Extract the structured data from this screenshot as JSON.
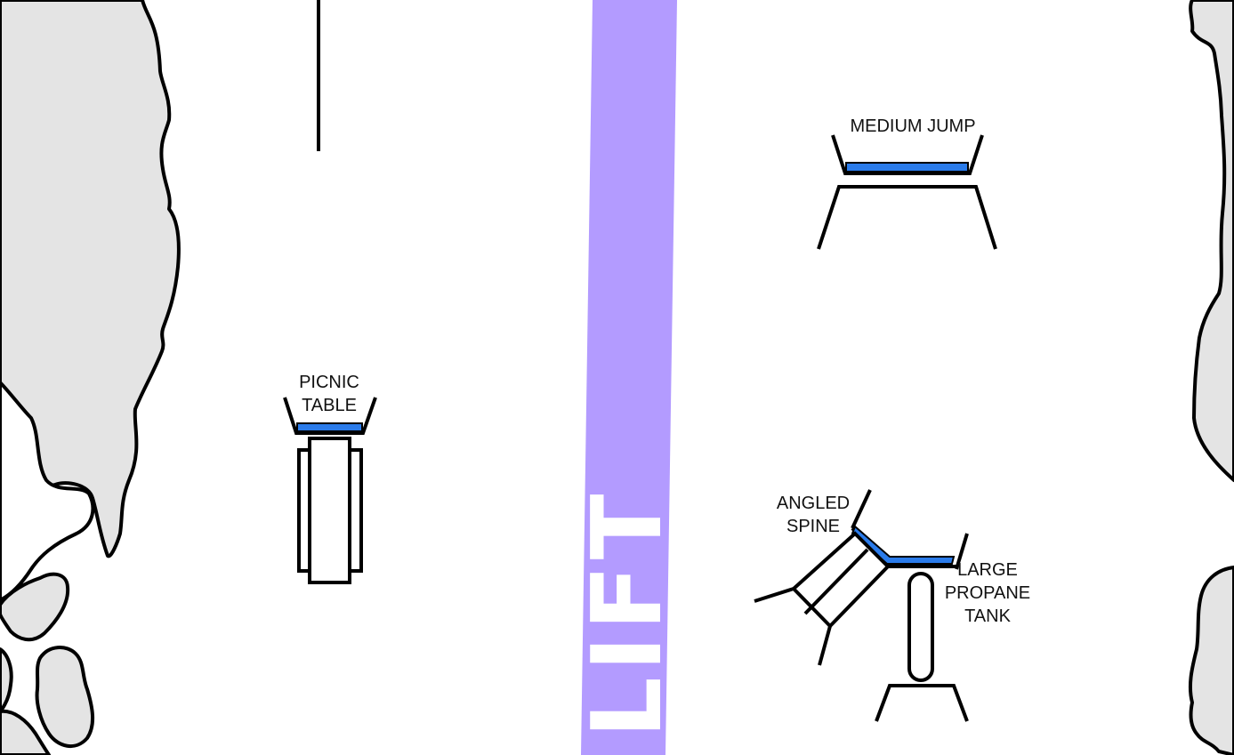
{
  "colors": {
    "background": "#ffffff",
    "trees": "#e4e4e4",
    "outline": "#000000",
    "lift": "#b39bff",
    "rail_surface": "#2a7bea"
  },
  "lift": {
    "label": "LIFT"
  },
  "features": {
    "medium_jump": {
      "label": "MEDIUM JUMP"
    },
    "picnic_table": {
      "label": "PICNIC\nTABLE"
    },
    "angled_spine": {
      "label": "ANGLED\nSPINE"
    },
    "large_propane_tank": {
      "label": "LARGE\nPROPANE\nTANK"
    }
  }
}
